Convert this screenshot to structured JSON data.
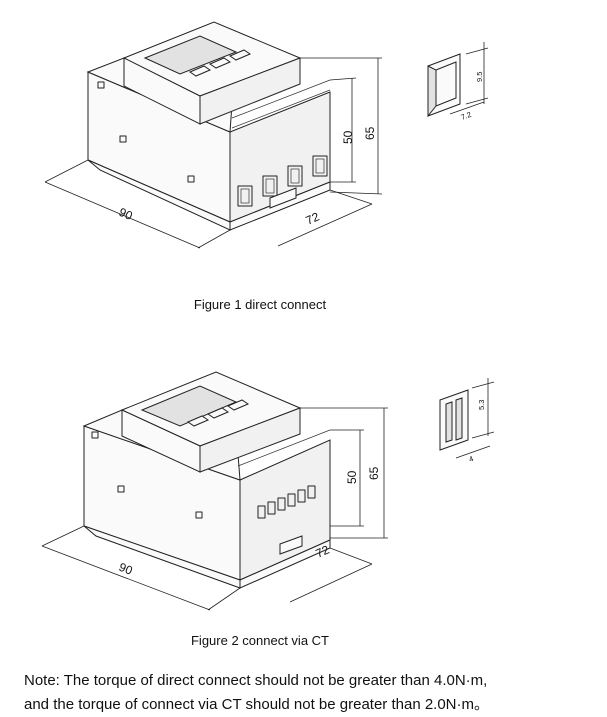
{
  "figure1": {
    "caption": "Figure 1 direct connect",
    "dim_width": "90",
    "dim_depth": "72",
    "dim_height_inner": "50",
    "dim_height_outer": "65",
    "terminal_dim_a": "9.5",
    "terminal_dim_b": "7.2"
  },
  "figure2": {
    "caption": "Figure 2 connect via CT",
    "dim_width": "90",
    "dim_depth": "72",
    "dim_height_inner": "50",
    "dim_height_outer": "65",
    "terminal_dim_a": "5.3",
    "terminal_dim_b": "4"
  },
  "note": {
    "line1": "Note:  The torque of direct connect should not be greater than 4.0N·m,",
    "line2": "and the torque of  connect via CT should not be greater than 2.0N·m。"
  }
}
